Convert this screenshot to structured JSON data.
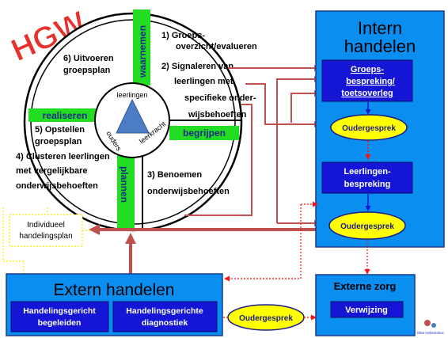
{
  "logo": {
    "text": "HGW",
    "color": "#e8312a"
  },
  "colors": {
    "blue": "#0a8ef0",
    "navy": "#1515d6",
    "green": "#22dd22",
    "yellow": "#ffff00",
    "red_arrow": "#c0504d",
    "dotted": "#ff1111",
    "dotted_yellow": "#ffe600",
    "triangle": "#4a7dc4"
  },
  "cycle": {
    "center": {
      "label_top": "leerlingen",
      "label_left": "ouders",
      "label_right": "leerkracht"
    },
    "bars": {
      "waarnemen": "waarnemen",
      "begrijpen": "begrijpen",
      "plannen": "plannen",
      "realiseren": "realiseren"
    },
    "steps": {
      "step1": [
        "1) Groeps-",
        "overzicht/evalueren"
      ],
      "step2": [
        "2) Signaleren van",
        "leerlingen met",
        "specifieke onder-",
        "wijsbehoeften"
      ],
      "step3": [
        "3) Benoemen",
        "onderwijsbehoeften"
      ],
      "step4": [
        "4) Clusteren leerlingen",
        "met vergelijkbare",
        "onderwijsbehoeften"
      ],
      "step5": [
        "5) Opstellen",
        "groepsplan"
      ],
      "step6": [
        "6) Uitvoeren",
        "groepsplan"
      ]
    }
  },
  "intern": {
    "title_line1": "Intern",
    "title_line2": "handelen",
    "groeps_line1": "Groeps-",
    "groeps_line2": "bespreking/",
    "groeps_line3": "toetsoverleg",
    "oudergesprek1": "Oudergesprek",
    "leerlingen_line1": "Leerlingen-",
    "leerlingen_line2": "bespreking",
    "oudergesprek2": "Oudergesprek"
  },
  "individueel": {
    "line1": "Individueel",
    "line2": "handelingsplan"
  },
  "extern": {
    "title": "Extern handelen",
    "box1_line1": "Handelingsgericht",
    "box1_line2": "begeleiden",
    "box2_line1": "Handelingsgerichte",
    "box2_line2": "diagnostiek"
  },
  "middle_oval": "Oudergesprek",
  "externe_zorg": {
    "title": "Externe zorg",
    "verwijzing": "Verwijzing"
  },
  "corner_logo": {
    "text": "Elen Holzenshoc"
  }
}
